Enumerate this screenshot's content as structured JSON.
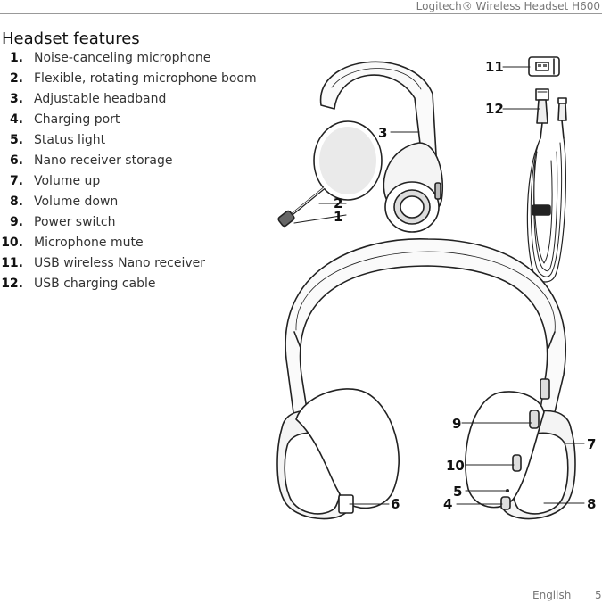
{
  "header": {
    "product": "Logitech® Wireless Headset H600"
  },
  "section": {
    "title": "Headset features"
  },
  "features": [
    {
      "num": "1.",
      "label": "Noise-canceling microphone"
    },
    {
      "num": "2.",
      "label": "Flexible, rotating microphone boom"
    },
    {
      "num": "3.",
      "label": "Adjustable headband"
    },
    {
      "num": "4.",
      "label": "Charging port"
    },
    {
      "num": "5.",
      "label": "Status light"
    },
    {
      "num": "6.",
      "label": "Nano receiver storage"
    },
    {
      "num": "7.",
      "label": "Volume up"
    },
    {
      "num": "8.",
      "label": "Volume down"
    },
    {
      "num": "9.",
      "label": "Power switch"
    },
    {
      "num": "10.",
      "label": "Microphone mute"
    },
    {
      "num": "11.",
      "label": "USB wireless Nano receiver"
    },
    {
      "num": "12.",
      "label": "USB charging cable"
    }
  ],
  "callouts": {
    "c1": "1",
    "c2": "2",
    "c3": "3",
    "c4": "4",
    "c5": "5",
    "c6": "6",
    "c7": "7",
    "c8": "8",
    "c9": "9",
    "c10": "10",
    "c11": "11",
    "c12": "12"
  },
  "footer": {
    "language": "English",
    "page": "5"
  }
}
